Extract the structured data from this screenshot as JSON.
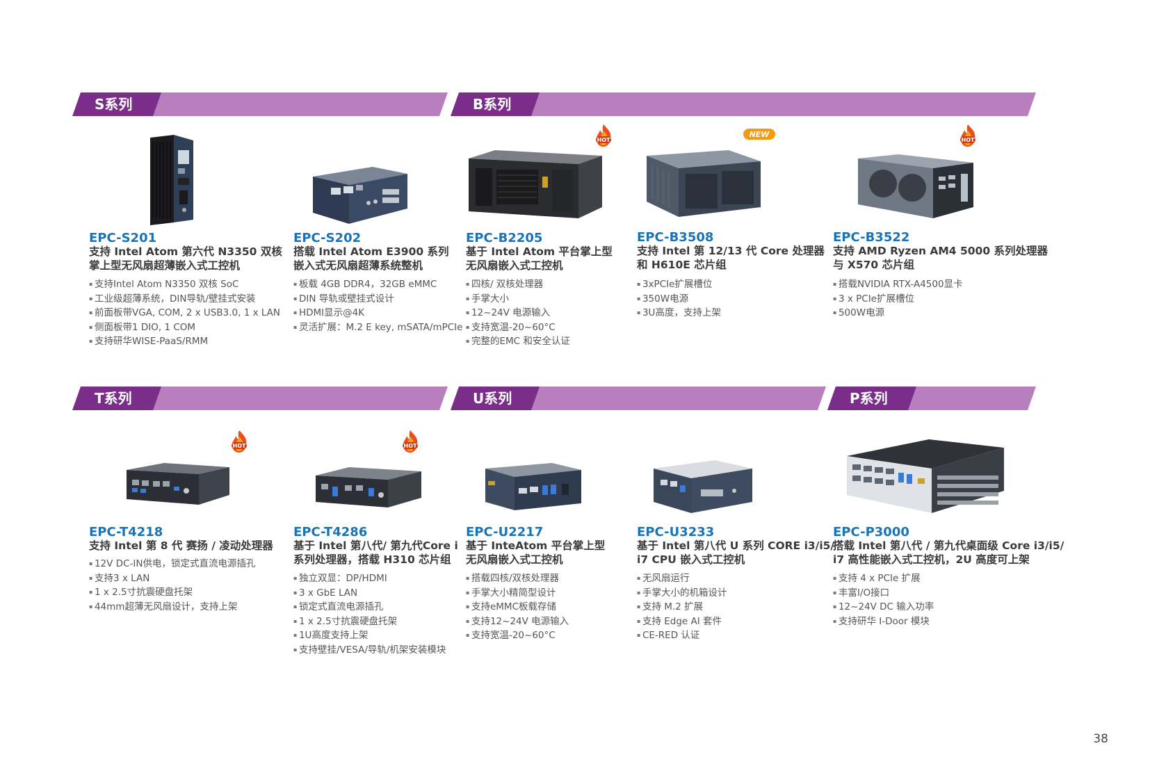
{
  "series": [
    {
      "label": "S系列"
    },
    {
      "label": "B系列"
    },
    {
      "label": "T系列"
    },
    {
      "label": "U系列"
    },
    {
      "label": "P系列"
    }
  ],
  "badges": {
    "hot": "HOT",
    "new": "NEW"
  },
  "products": [
    {
      "model": "EPC-S201",
      "title": [
        "支持 Intel Atom 第六代 N3350 双核",
        "掌上型无风扇超薄嵌入式工控机"
      ],
      "features": [
        "支持Intel Atom N3350 双核 SoC",
        "工业级超薄系统，DIN导轨/壁挂式安装",
        "前面板带VGA, COM, 2 x USB3.0, 1 x LAN",
        "侧面板带1 DIO, 1 COM",
        "支持研华WISE-PaaS/RMM"
      ]
    },
    {
      "model": "EPC-S202",
      "title": [
        "搭载 Intel Atom E3900 系列",
        "嵌入式无风扇超薄系统整机"
      ],
      "features": [
        "板载 4GB DDR4，32GB eMMC",
        "DIN 导轨或壁挂式设计",
        "HDMI显示@4K",
        "灵活扩展：M.2 E key, mSATA/mPCIe"
      ]
    },
    {
      "model": "EPC-B2205",
      "title": [
        "基于 Intel Atom 平台掌上型",
        "无风扇嵌入式工控机"
      ],
      "features": [
        "四核/ 双核处理器",
        "手掌大小",
        "12~24V 电源输入",
        "支持宽温-20~60°C",
        "完整的EMC 和安全认证"
      ]
    },
    {
      "model": "EPC-B3508",
      "title": [
        "支持 Intel 第 12/13 代 Core 处理器",
        "和 H610E 芯片组"
      ],
      "features": [
        "3xPCIe扩展槽位",
        "350W电源",
        "3U高度，支持上架"
      ]
    },
    {
      "model": "EPC-B3522",
      "title": [
        "支持 AMD Ryzen AM4 5000 系列处理器",
        "与 X570 芯片组"
      ],
      "features": [
        "搭载NVIDIA RTX-A4500显卡",
        "3 x PCIe扩展槽位",
        "500W电源"
      ]
    },
    {
      "model": "EPC-T4218",
      "title": [
        "支持 Intel 第 8 代 赛扬 / 凌动处理器"
      ],
      "features": [
        "12V DC-IN供电，锁定式直流电源插孔",
        "支持3 x LAN",
        "1 x 2.5寸抗震硬盘托架",
        "44mm超薄无风扇设计，支持上架"
      ]
    },
    {
      "model": "EPC-T4286",
      "title": [
        "基于 Intel 第八代/ 第九代Core i",
        "系列处理器，搭载 H310 芯片组"
      ],
      "features": [
        "独立双显：DP/HDMI",
        "3 x GbE LAN",
        "锁定式直流电源插孔",
        "1 x 2.5寸抗震硬盘托架",
        "1U高度支持上架",
        "支持壁挂/VESA/导轨/机架安装模块"
      ]
    },
    {
      "model": "EPC-U2217",
      "title": [
        "基于 InteAtom 平台掌上型",
        "无风扇嵌入式工控机"
      ],
      "features": [
        "搭载四核/双核处理器",
        "手掌大小精简型设计",
        "支持eMMC板载存储",
        "支持12~24V 电源输入",
        "支持宽温-20~60°C"
      ]
    },
    {
      "model": "EPC-U3233",
      "title": [
        "基于 Intel 第八代 U 系列 CORE i3/i5/",
        "i7 CPU 嵌入式工控机"
      ],
      "features": [
        "无风扇运行",
        "手掌大小的机箱设计",
        "支持 M.2 扩展",
        "支持 Edge AI 套件",
        "CE-RED 认证"
      ]
    },
    {
      "model": "EPC-P3000",
      "title": [
        "搭载 Intel 第八代 / 第九代桌面级 Core i3/i5/",
        "i7 高性能嵌入式工控机，2U 高度可上架"
      ],
      "features": [
        "支持 4 x PCIe 扩展",
        "丰富I/O接口",
        "12~24V DC 输入功率",
        "支持研华 I-Door 模块"
      ]
    }
  ],
  "page_number": "38",
  "colors": {
    "banner_dark": "#7b2d8a",
    "banner_light": "#b97ebd",
    "model_blue": "#1a73b5"
  }
}
